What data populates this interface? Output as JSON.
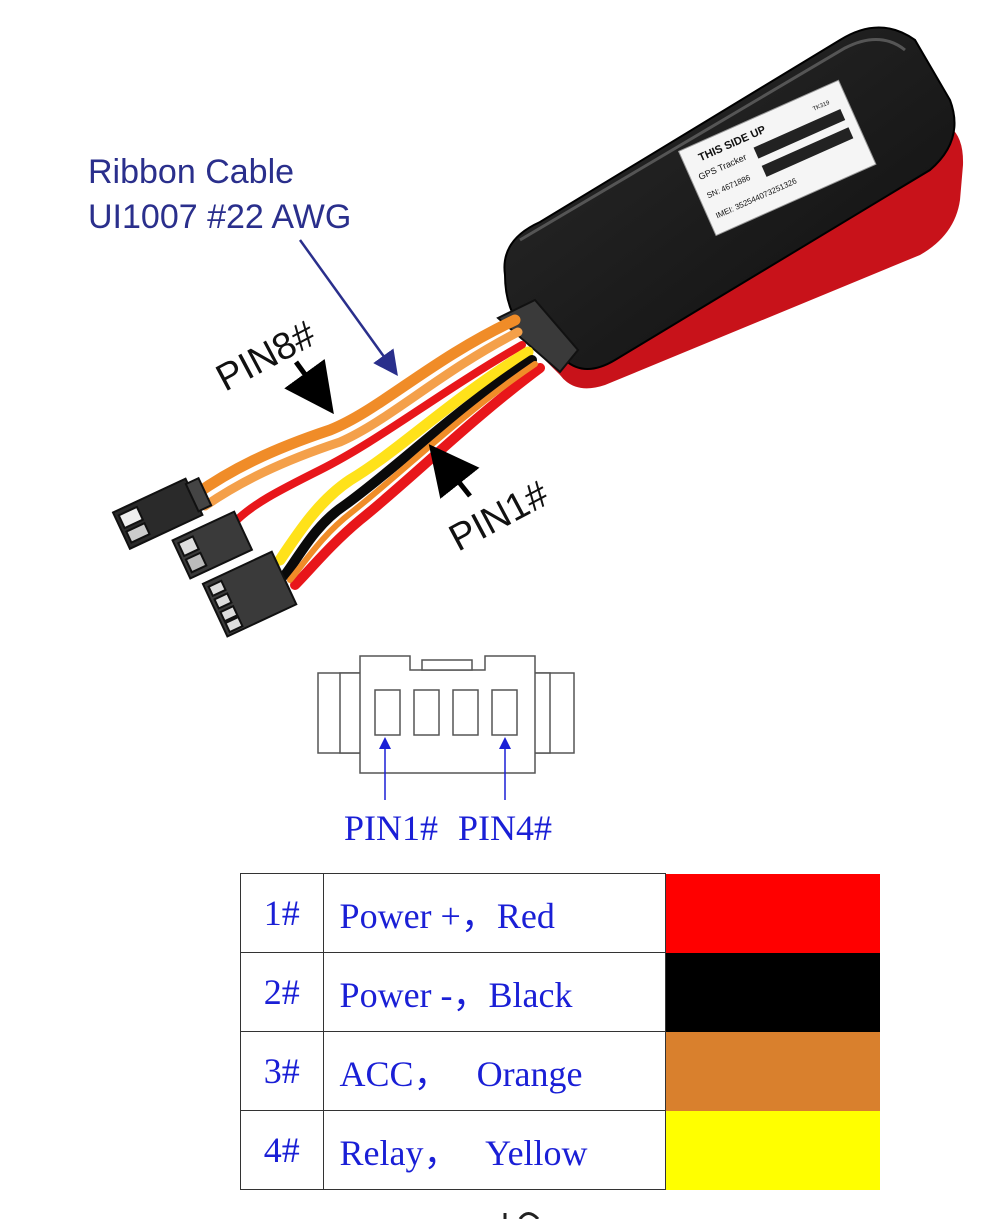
{
  "device": {
    "label_line1": "THIS SIDE UP",
    "label_model": "TK319",
    "label_line2": "GPS Tracker",
    "label_sn": "SN: 4671886",
    "label_imei": "IMEI: 352544073251326"
  },
  "cable_annotation": {
    "line1": "Ribbon Cable",
    "line2": "UI1007 #22 AWG"
  },
  "pin_arrows": {
    "pin8": "PIN8#",
    "pin1": "PIN1#"
  },
  "connector_labels": {
    "pin1": "PIN1#",
    "pin4": "PIN4#"
  },
  "pin_table": {
    "rows": [
      {
        "num": "1#",
        "desc": "Power +，Red",
        "color": "#ff0000"
      },
      {
        "num": "2#",
        "desc": "Power -，Black",
        "color": "#000000"
      },
      {
        "num": "3#",
        "desc": "ACC，   Orange",
        "color": "#d9802d"
      },
      {
        "num": "4#",
        "desc": "Relay，   Yellow",
        "color": "#ffff00"
      }
    ]
  },
  "colors": {
    "annotation_blue": "#2a2f8c",
    "connector_blue": "#1a1fd6",
    "wire_red": "#e8161a",
    "wire_black": "#0a0a0a",
    "wire_orange": "#f08c28",
    "wire_yellow": "#ffe21a",
    "device_body": "#1c1c1c",
    "device_trim": "#c8121a"
  }
}
